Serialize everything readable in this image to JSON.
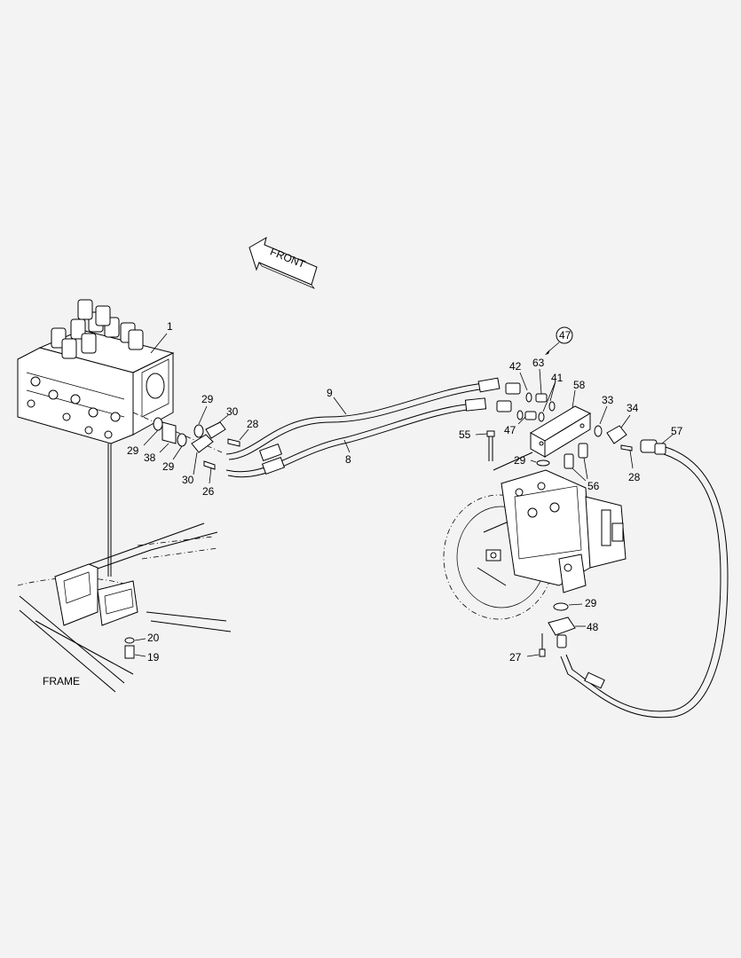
{
  "front_arrow": {
    "label": "FRONT"
  },
  "frame": {
    "label": "FRAME"
  },
  "callouts": {
    "c1": "1",
    "c9": "9",
    "c8": "8",
    "c29a": "29",
    "c29b": "29",
    "c29c": "29",
    "c29d": "29",
    "c29e": "29",
    "c30a": "30",
    "c30b": "30",
    "c28a": "28",
    "c28b": "28",
    "c38": "38",
    "c26": "26",
    "c20": "20",
    "c19": "19",
    "c47ref": "47",
    "c42": "42",
    "c63": "63",
    "c41": "41",
    "c58": "58",
    "c47": "47",
    "c33": "33",
    "c34": "34",
    "c55": "55",
    "c57": "57",
    "c56": "56",
    "c48": "48",
    "c27": "27"
  }
}
